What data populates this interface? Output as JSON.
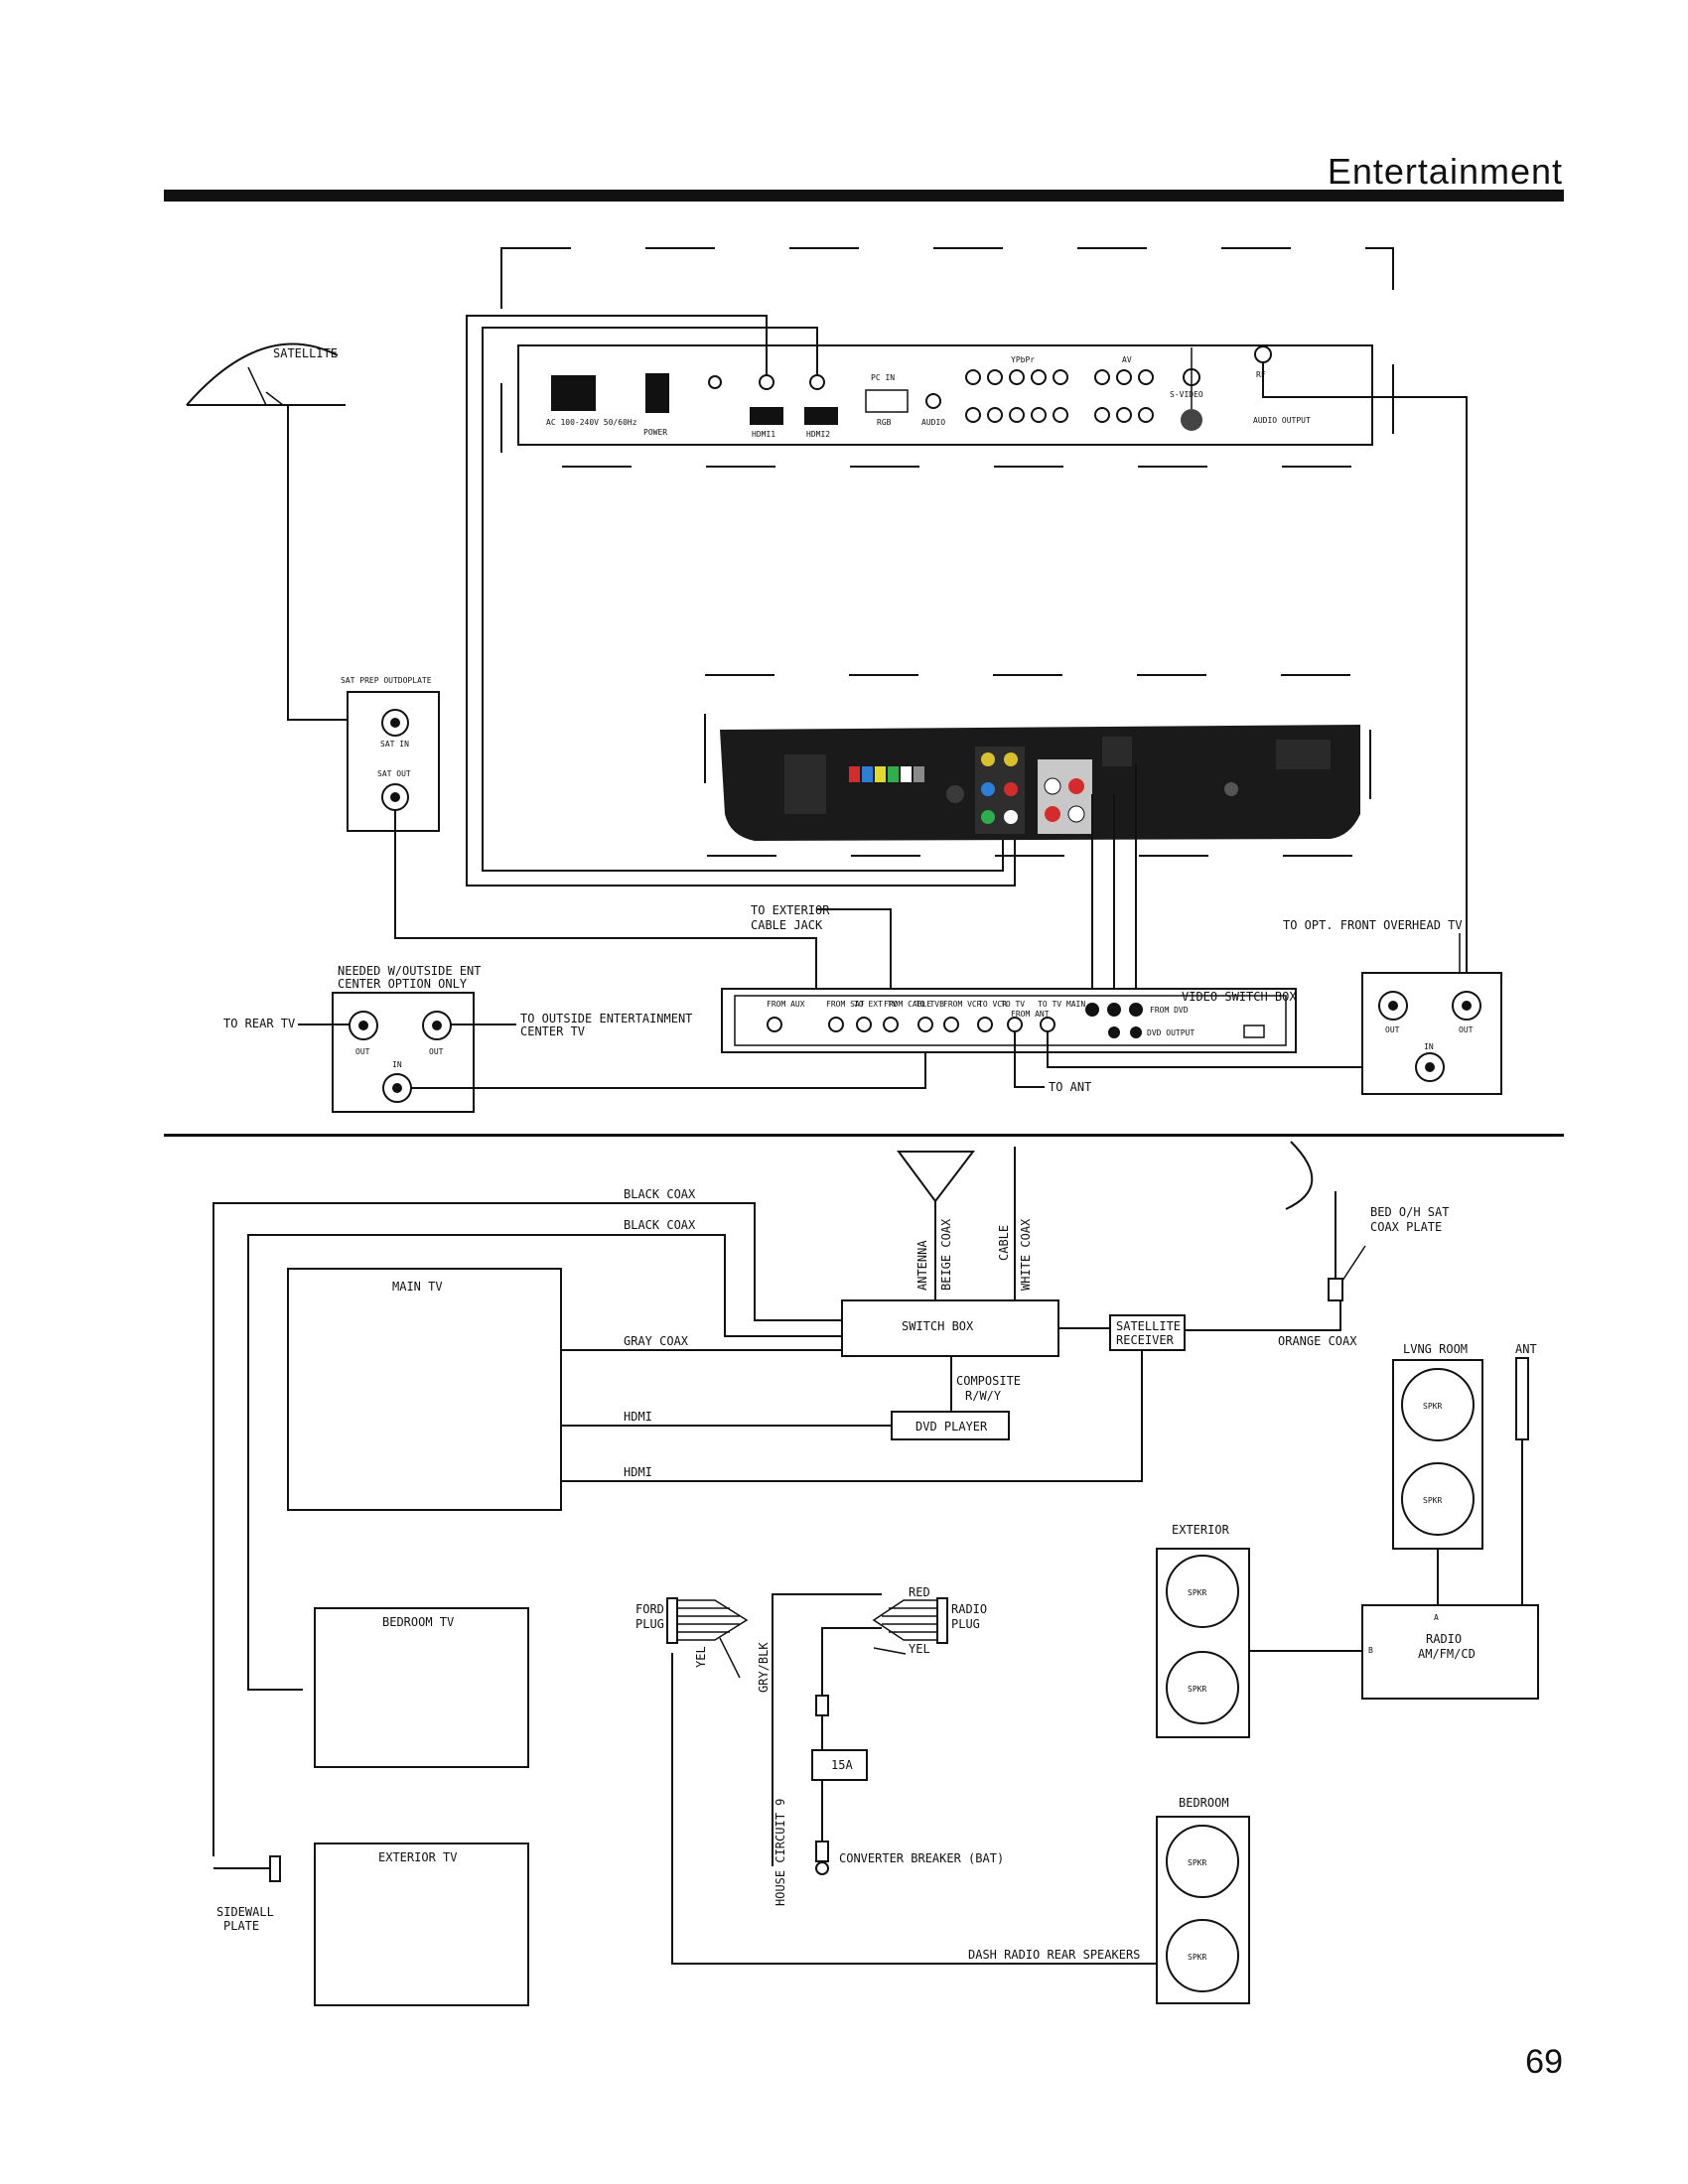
{
  "header": {
    "title": "Entertainment",
    "page_number": "69"
  },
  "top": {
    "satellite": "SATELLITE",
    "sat_prep_plate": "SAT PREP OUTDOPLATE",
    "sat_in": "SAT IN",
    "sat_out": "SAT OUT",
    "to_exterior_cable_jack": [
      "TO EXTERIOR",
      "CABLE JACK"
    ],
    "to_opt_front_overhead_tv": "TO OPT. FRONT OVERHEAD TV",
    "needed_outside": [
      "NEEDED W/OUTSIDE ENT",
      "CENTER OPTION ONLY"
    ],
    "to_rear_tv": "TO REAR TV",
    "to_outside_ent": [
      "TO OUTSIDE ENTERTAINMENT",
      "CENTER TV"
    ],
    "video_switch_box": "VIDEO SWITCH BOX",
    "to_ant": "TO ANT",
    "from_dvd": "FROM DVD",
    "dvd_output": "DVD OUTPUT",
    "switch_jacks": [
      "FROM AUX",
      "FROM SAT",
      "TO EXT TV",
      "FROM CABLE",
      "TO TVB",
      "FROM VCR",
      "TO VCR",
      "TO TV",
      "FROM ANT",
      "TO TV MAIN"
    ],
    "out": "OUT",
    "in": "IN",
    "tv_panel": {
      "power_inlet": "AC 100-240V 50/60Hz",
      "power": "POWER",
      "hdmi1": "HDMI1",
      "hdmi2": "HDMI2",
      "pcin": "PC IN",
      "rgb": "RGB",
      "audio": "AUDIO",
      "component": "YPbPr",
      "av": "AV",
      "svideo": "S-VIDEO",
      "rf": "RF",
      "audio_output": "AUDIO OUTPUT"
    }
  },
  "bottom": {
    "black_coax_1": "BLACK COAX",
    "black_coax_2": "BLACK COAX",
    "main_tv": "MAIN TV",
    "gray_coax": "GRAY COAX",
    "hdmi_1": "HDMI",
    "hdmi_2": "HDMI",
    "switch_box": "SWITCH BOX",
    "antenna": "ANTENNA",
    "beige_coax": "BEIGE COAX",
    "cable": "CABLE",
    "white_coax": "WHITE COAX",
    "satellite_receiver": [
      "SATELLITE",
      "RECEIVER"
    ],
    "bed_oh_sat": [
      "BED O/H SAT",
      "COAX PLATE"
    ],
    "orange_coax": "ORANGE COAX",
    "composite": [
      "COMPOSITE",
      "R/W/Y"
    ],
    "dvd_player": "DVD PLAYER",
    "lvng_room": "LVNG ROOM",
    "ant": "ANT",
    "spkr": "SPKR",
    "exterior": "EXTERIOR",
    "bedroom_tv": "BEDROOM TV",
    "exterior_tv": "EXTERIOR TV",
    "ford_plug": [
      "FORD",
      "PLUG"
    ],
    "radio_plug": [
      "RADIO",
      "PLUG"
    ],
    "red": "RED",
    "yel": "YEL",
    "gry_blk": "GRY/BLK",
    "house_circuit": "HOUSE CIRCUIT 9",
    "fuse": "15A",
    "converter_breaker": "CONVERTER BREAKER (BAT)",
    "radio": [
      "RADIO",
      "AM/FM/CD"
    ],
    "radio_a": "A",
    "radio_b": "B",
    "bedroom": "BEDROOM",
    "sidewall_plate": [
      "SIDEWALL",
      "PLATE"
    ],
    "dash_radio": "DASH RADIO REAR SPEAKERS"
  },
  "colors": {
    "ink": "#111111",
    "panel": "#1a1a1a",
    "paper": "#ffffff"
  }
}
